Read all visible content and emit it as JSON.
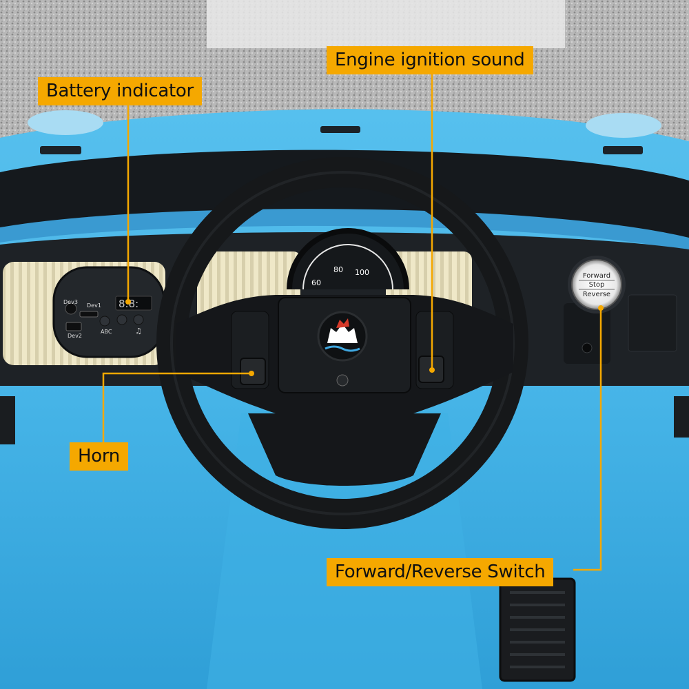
{
  "callouts": {
    "battery": "Battery indicator",
    "engine": "Engine ignition sound",
    "horn": "Horn",
    "forward_reverse": "Forward/Reverse Switch"
  },
  "dashboard": {
    "media_panel": {
      "dev1": "Dev1",
      "dev2": "Dev2",
      "dev3": "Dev3",
      "abc": "ABC",
      "note_symbol": "♫"
    },
    "speedometer": {
      "ticks": [
        "60",
        "80",
        "100"
      ]
    },
    "switch": {
      "forward": "Forward",
      "stop": "Stop",
      "reverse": "Reverse"
    }
  },
  "colors": {
    "body_blue": "#4ab4e6",
    "callout_bg": "#f5a800",
    "leader_line": "#f5a800"
  }
}
